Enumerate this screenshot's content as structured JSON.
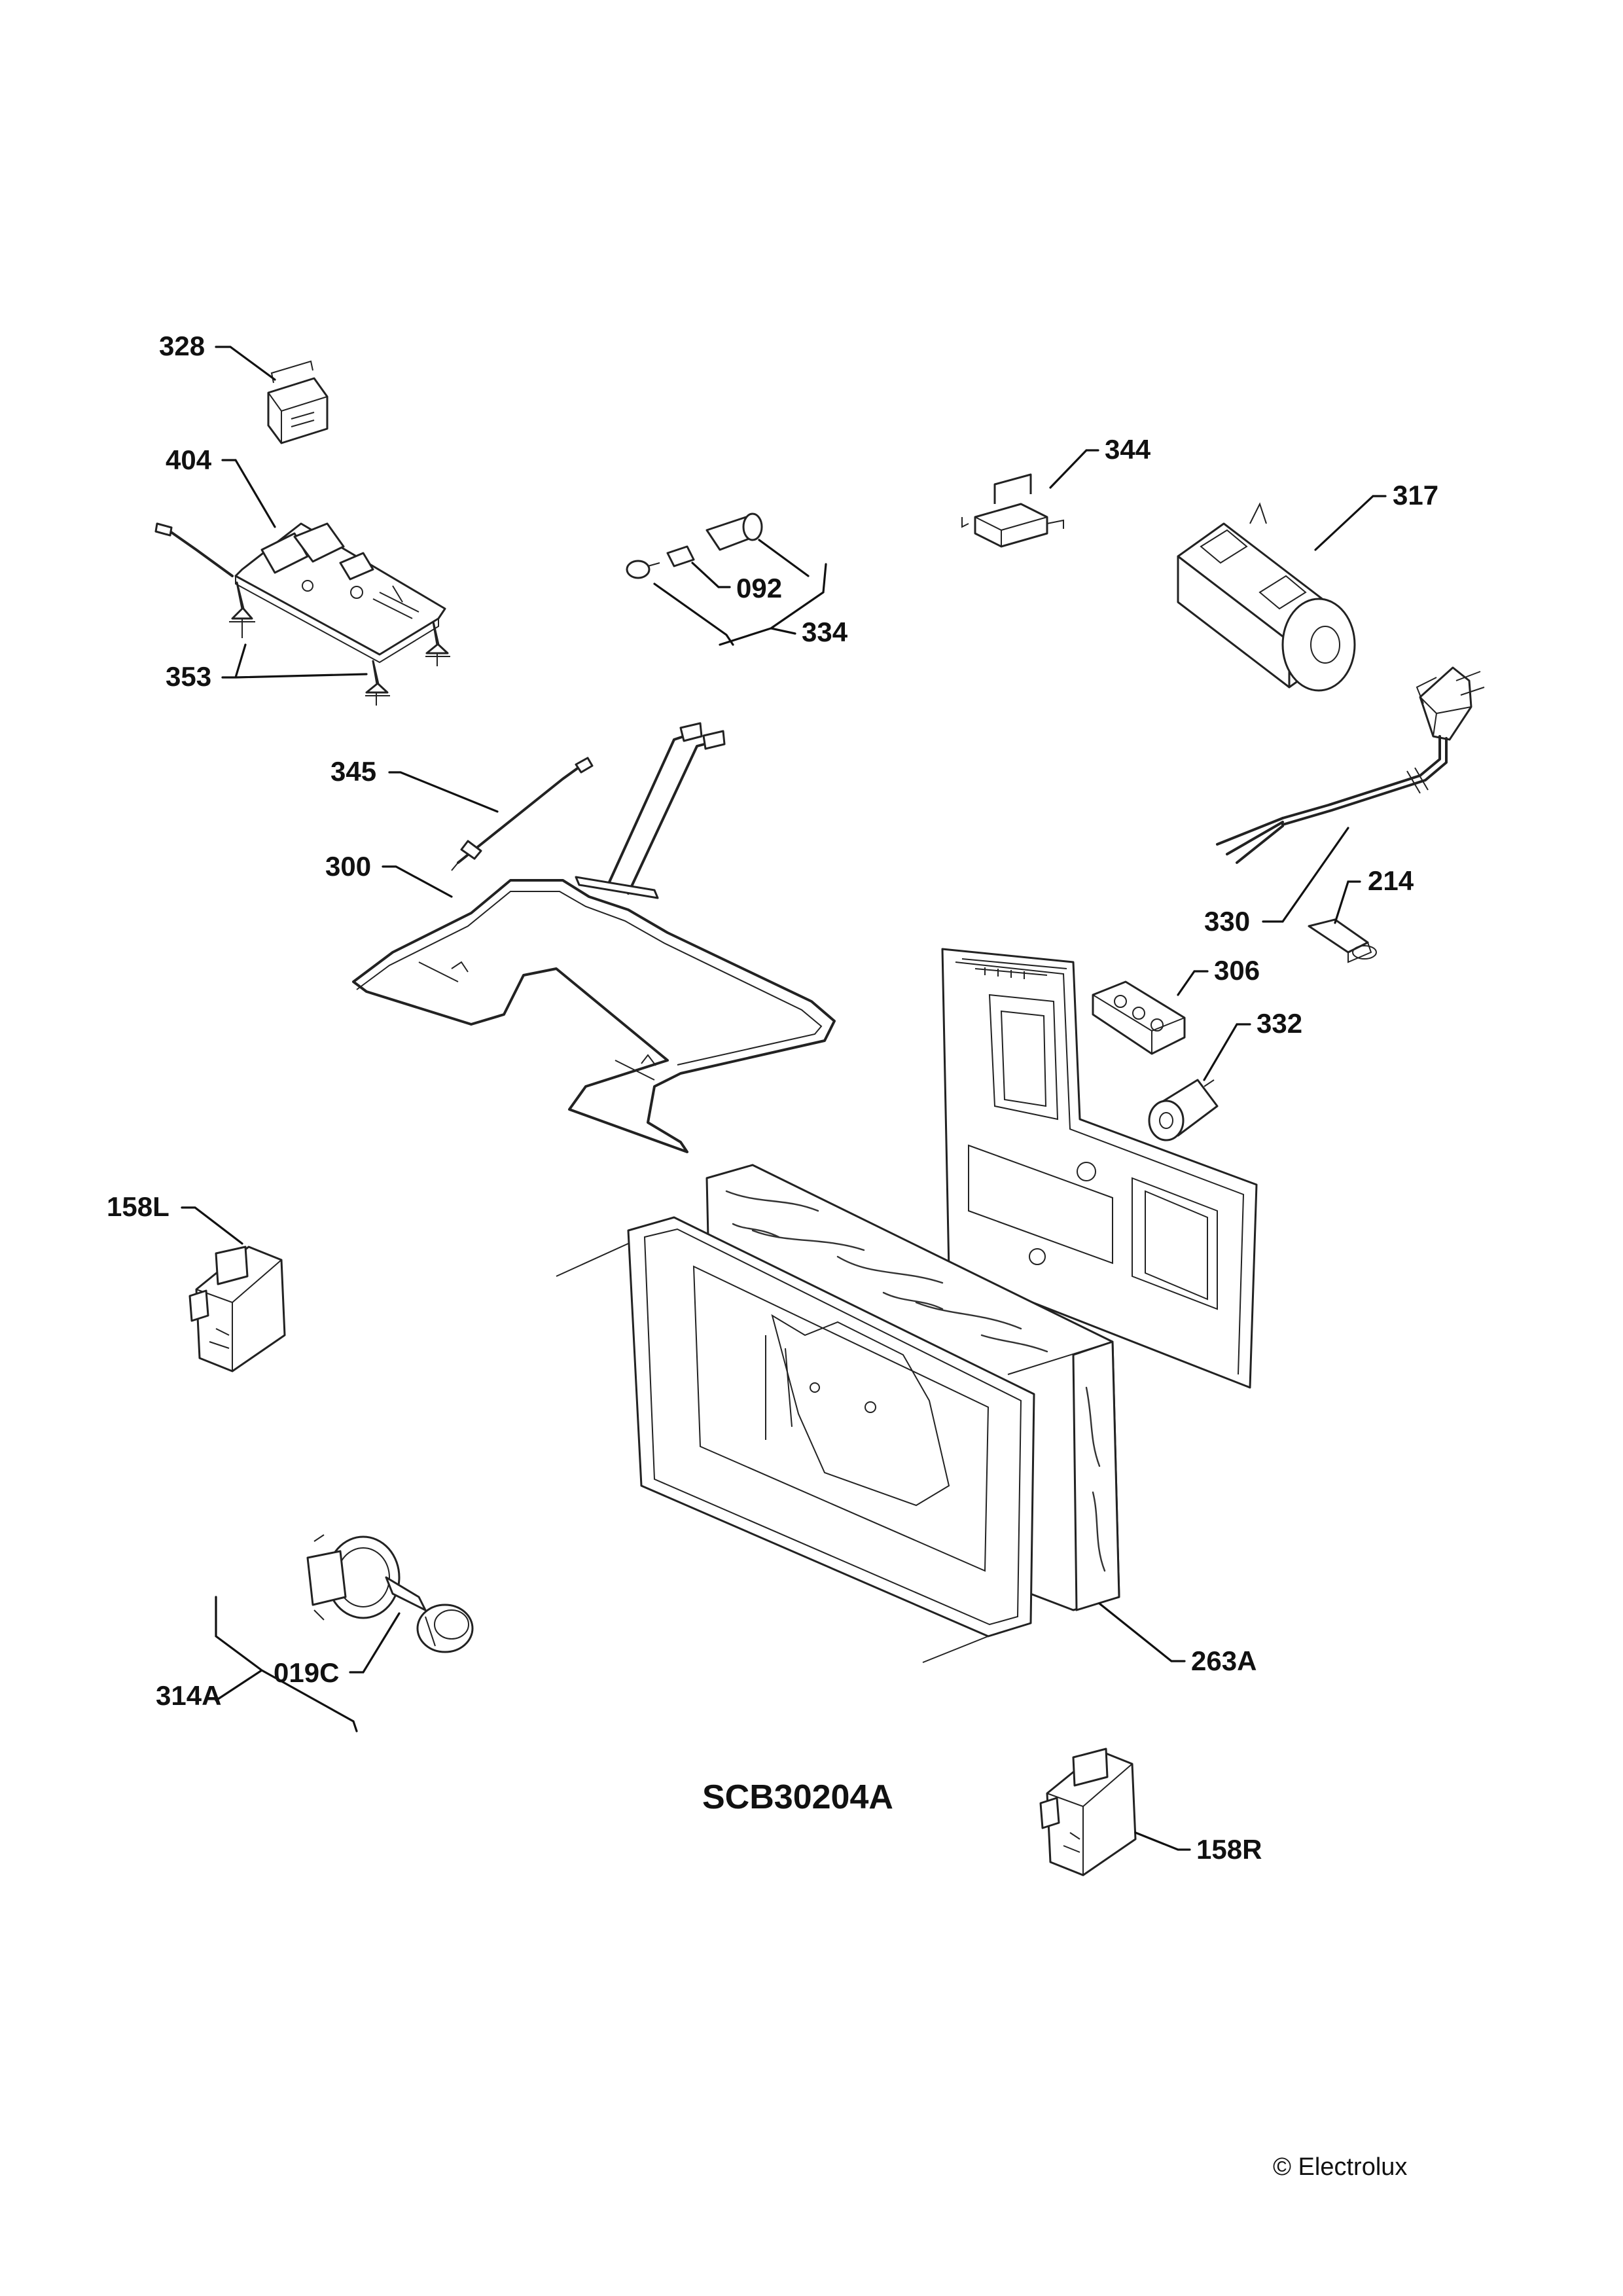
{
  "diagram": {
    "code": "SCB30204A",
    "copyright": "© Electrolux",
    "labels": {
      "p328": "328",
      "p404": "404",
      "p353": "353",
      "p344": "344",
      "p317": "317",
      "p092": "092",
      "p334": "334",
      "p345": "345",
      "p300": "300",
      "p330": "330",
      "p214": "214",
      "p306": "306",
      "p332": "332",
      "p158L": "158L",
      "p263A": "263A",
      "p019C": "019C",
      "p314A": "314A",
      "p158R": "158R"
    }
  }
}
